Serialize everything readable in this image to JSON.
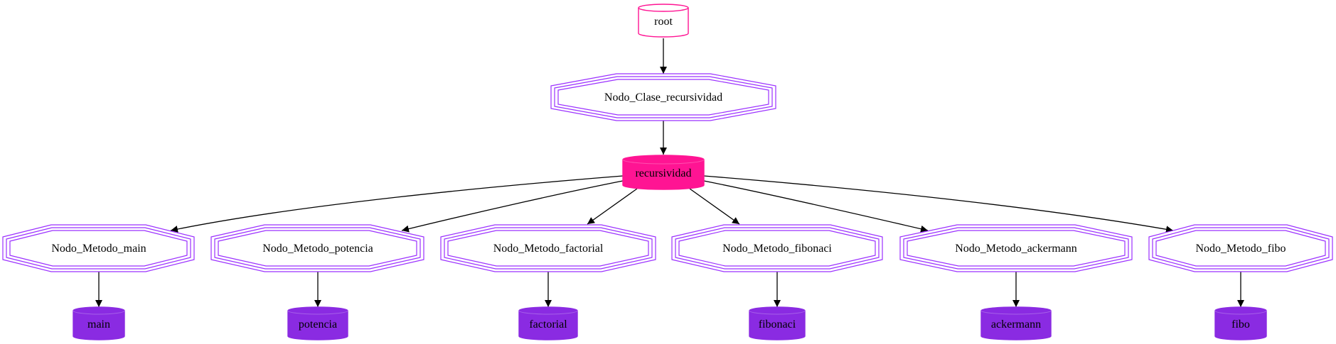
{
  "colors": {
    "cylinder_outline": "#ff1493",
    "cylinder_fill_hot": "#ff1493",
    "octagon_outline": "#9b30ff",
    "leaf_fill": "#8a2be2",
    "edge": "#000000"
  },
  "nodes": {
    "root": {
      "label": "root"
    },
    "clase": {
      "label": "Nodo_Clase_recursividad"
    },
    "recursividad": {
      "label": "recursividad"
    },
    "metodos": [
      {
        "label": "Nodo_Metodo_main",
        "leaf": "main"
      },
      {
        "label": "Nodo_Metodo_potencia",
        "leaf": "potencia"
      },
      {
        "label": "Nodo_Metodo_factorial",
        "leaf": "factorial"
      },
      {
        "label": "Nodo_Metodo_fibonaci",
        "leaf": "fibonaci"
      },
      {
        "label": "Nodo_Metodo_ackermann",
        "leaf": "ackermann"
      },
      {
        "label": "Nodo_Metodo_fibo",
        "leaf": "fibo"
      }
    ]
  }
}
